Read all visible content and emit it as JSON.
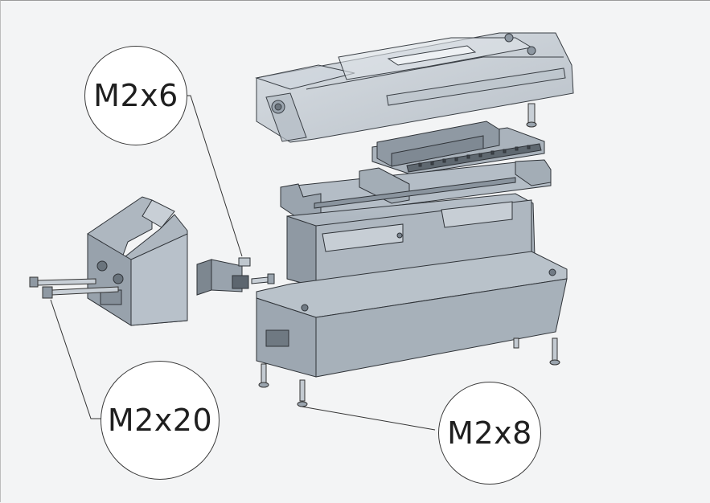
{
  "callouts": {
    "m2x6": "M2x6",
    "m2x20": "M2x20",
    "m2x8": "M2x8"
  },
  "colors": {
    "background": "#f3f4f5",
    "part_fill": "#a9b3bd",
    "part_light": "#c3cbd3",
    "part_dark": "#7f8993",
    "edge": "#2f3338",
    "translucent_lid": "#c5cdd6"
  }
}
